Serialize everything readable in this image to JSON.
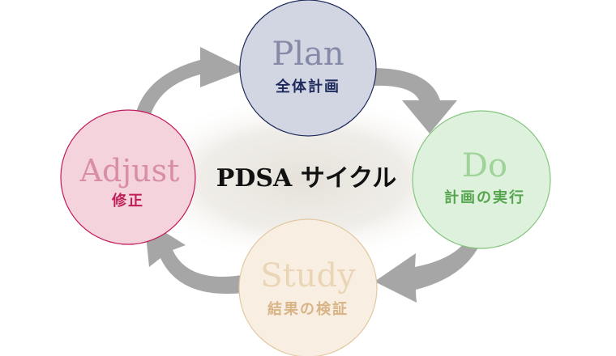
{
  "title": "PDSA サイクル",
  "stages": [
    {
      "id": "plan",
      "en": "Plan",
      "jp": "全体計画",
      "fill": "#d2d6e3",
      "stroke": "#1f2b5c",
      "en_color": "#858ba6",
      "jp_color": "#1d2a5b"
    },
    {
      "id": "do",
      "en": "Do",
      "jp": "計画の実行",
      "fill": "#def1dc",
      "stroke": "#86c581",
      "en_color": "#9fd39a",
      "jp_color": "#55a54e"
    },
    {
      "id": "study",
      "en": "Study",
      "jp": "結果の検証",
      "fill": "#f8efe2",
      "stroke": "#e3c8a2",
      "en_color": "#ead5b6",
      "jp_color": "#d8b486"
    },
    {
      "id": "adjust",
      "en": "Adjust",
      "jp": "修正",
      "fill": "#f4d3dd",
      "stroke": "#c2185b",
      "en_color": "#d88ea6",
      "jp_color": "#bf1d57"
    }
  ],
  "colors": {
    "arrow": "#a6a6a6",
    "glow": "#e4e0d8",
    "title": "#111111"
  }
}
